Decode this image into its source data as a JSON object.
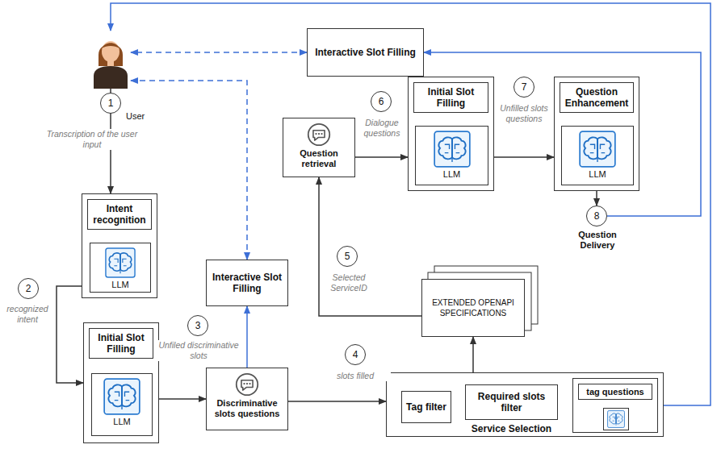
{
  "diagram": {
    "nodes": [
      {
        "text": [
          "User"
        ]
      },
      {
        "text": [
          "Interactive Slot Filling"
        ]
      },
      {
        "text": [
          "Intent recognition"
        ]
      },
      {
        "text": [
          "LLM"
        ],
        "in": 2
      },
      {
        "text": [
          "Initial Slot Filling"
        ]
      },
      {
        "text": [
          "LLM"
        ],
        "in": 4
      },
      {
        "text": [
          "Interactive Slot Filling"
        ]
      },
      {
        "text": [
          "Discriminative slots questions"
        ]
      },
      {
        "text": [
          "Service Selection"
        ]
      },
      {
        "text": [
          "Tag filter"
        ],
        "in": 8
      },
      {
        "text": [
          "Required slots filter"
        ],
        "in": 8
      },
      {
        "text": [
          "tag questions"
        ],
        "in": 8
      },
      {
        "text": [
          "EXTENDED OPENAPI SPECIFICATIONS"
        ]
      },
      {
        "text": [
          "Question retrieval"
        ]
      },
      {
        "text": [
          "Initial Slot Filling"
        ]
      },
      {
        "text": [
          "LLM"
        ],
        "in": 14
      },
      {
        "text": [
          "Question Enhancement"
        ]
      },
      {
        "text": [
          "LLM"
        ],
        "in": 16
      },
      {
        "text": [
          "8",
          "Question Delivery"
        ]
      }
    ],
    "edges": [
      {
        "from": 0,
        "to": 2,
        "label": "Transcription of the user input",
        "arrow": "to"
      },
      {
        "from": 2,
        "to": 4,
        "label": "recognized intent",
        "arrow": "to"
      },
      {
        "from": 4,
        "to": 7,
        "label": "Unfiled discriminative slots",
        "arrow": "to"
      },
      {
        "from": 7,
        "to": 8,
        "label": "slots filled",
        "arrow": "to"
      },
      {
        "from": 7,
        "to": 6,
        "arrow": "to"
      },
      {
        "from": 6,
        "to": 0,
        "arrow": "both"
      },
      {
        "from": 1,
        "to": 0,
        "arrow": "both"
      },
      {
        "from": 8,
        "to": 12,
        "arrow": "to"
      },
      {
        "from": 12,
        "to": 13,
        "label": "Selected ServiceID",
        "arrow": "to"
      },
      {
        "from": 13,
        "to": 14,
        "label": "Dialogue questions",
        "arrow": "to"
      },
      {
        "from": 14,
        "to": 16,
        "label": "Unfilled slots questions",
        "arrow": "to"
      },
      {
        "from": 16,
        "to": 18,
        "arrow": "to"
      },
      {
        "from": 18,
        "to": 1,
        "arrow": "to"
      },
      {
        "from": 11,
        "to": 0,
        "arrow": "to"
      },
      {
        "from": 9,
        "to": 10,
        "arrow": "to"
      },
      {
        "from": 10,
        "to": 11,
        "arrow": "to"
      }
    ],
    "labels": [
      "1",
      "2",
      "3",
      "4",
      "5",
      "6",
      "7"
    ]
  }
}
